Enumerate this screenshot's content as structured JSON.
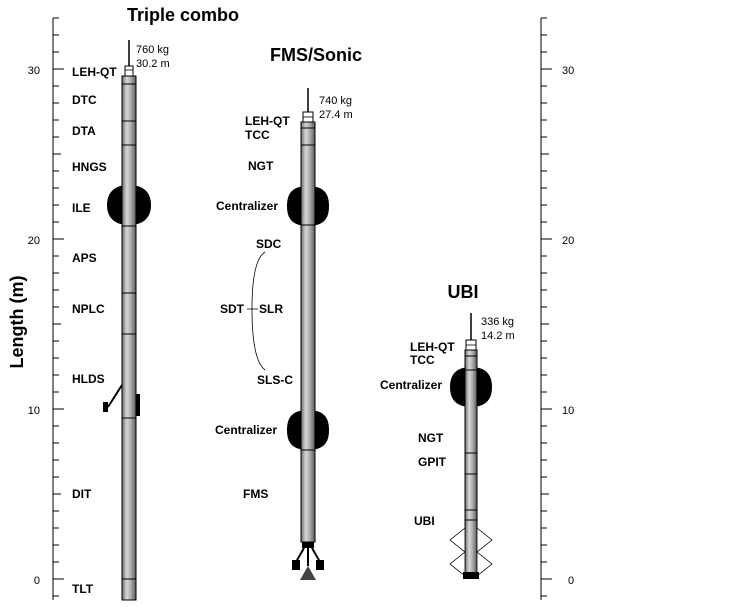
{
  "axis": {
    "title": "Length (m)",
    "ticks": [
      "0",
      "10",
      "20",
      "30"
    ]
  },
  "triple": {
    "title": "Triple combo",
    "weight": "760 kg",
    "length": "30.2 m",
    "tools": [
      "LEH-QT",
      "DTC",
      "DTA",
      "HNGS",
      "ILE",
      "APS",
      "NPLC",
      "HLDS",
      "DIT",
      "TLT"
    ]
  },
  "fms": {
    "title": "FMS/Sonic",
    "weight": "740 kg",
    "length": "27.4 m",
    "tools": [
      "LEH-QT",
      "TCC",
      "NGT",
      "Centralizer",
      "SDC",
      "SDT",
      "SLR",
      "SLS-C",
      "Centralizer",
      "FMS"
    ]
  },
  "ubi": {
    "title": "UBI",
    "weight": "336 kg",
    "length": "14.2 m",
    "tools": [
      "LEH-QT",
      "TCC",
      "Centralizer",
      "NGT",
      "GPIT",
      "UBI"
    ]
  },
  "colors": {
    "tool_body": "#8c8c8c",
    "tool_highlight": "#d4d4d4",
    "centralizer": "#000000"
  }
}
